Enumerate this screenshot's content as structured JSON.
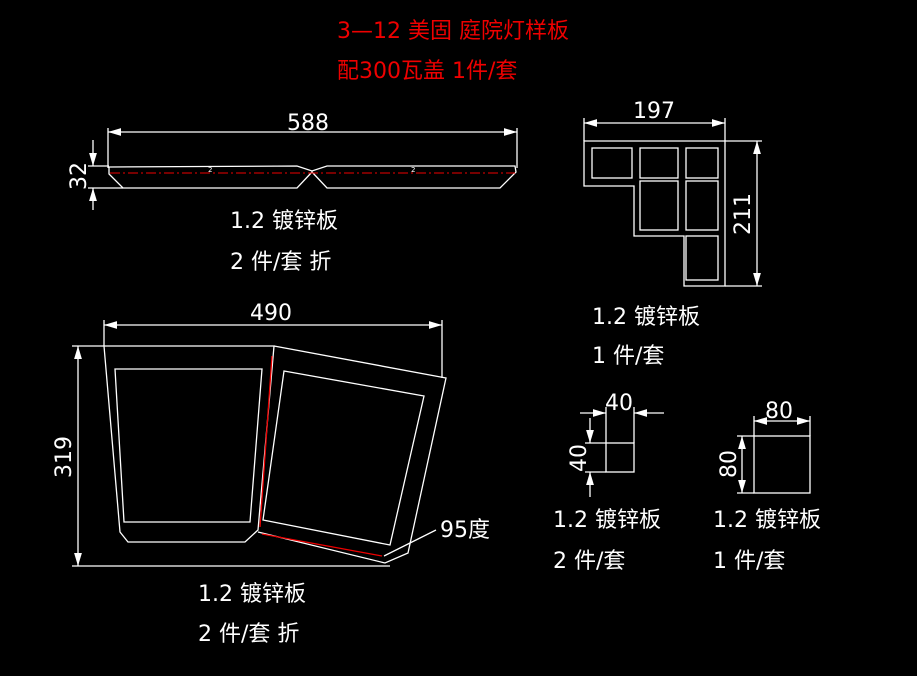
{
  "title": {
    "line1": "3—12 美固 庭院灯样板",
    "line2": "配300瓦盖 1件/套"
  },
  "colors": {
    "title": "#e00000",
    "lines": "#ffffff",
    "fold_lines": "#e00000",
    "background": "#000000"
  },
  "top_strip": {
    "width_dim": "588",
    "height_dim": "32",
    "segment_marks": [
      "2",
      "2"
    ],
    "material": "1.2 镀锌板",
    "quantity": "2 件/套 折"
  },
  "l_frame": {
    "width_dim": "197",
    "height_dim": "211",
    "material": "1.2 镀锌板",
    "quantity": "1 件/套"
  },
  "trapezoid_panel": {
    "width_dim": "490",
    "height_dim": "319",
    "angle_note": "95度",
    "material": "1.2 镀锌板",
    "quantity": "2 件/套 折"
  },
  "small_square": {
    "width_dim": "40",
    "height_dim": "40",
    "material": "1.2 镀锌板",
    "quantity": "2 件/套"
  },
  "large_square": {
    "width_dim": "80",
    "height_dim": "80",
    "material": "1.2 镀锌板",
    "quantity": "1 件/套"
  }
}
